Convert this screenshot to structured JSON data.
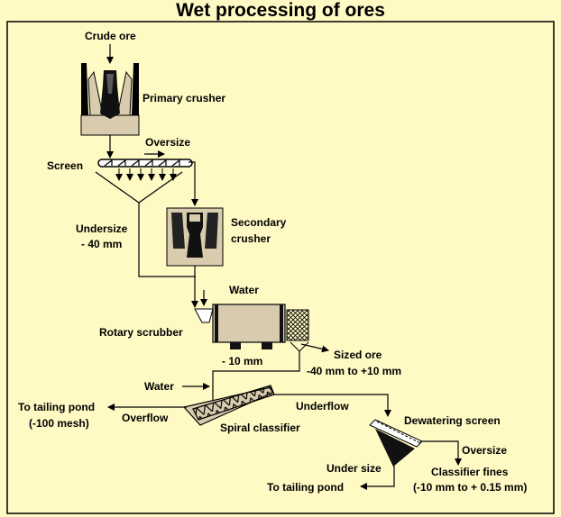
{
  "title": "Wet processing of ores",
  "labels": {
    "crude_ore": "Crude ore",
    "primary_crusher": "Primary crusher",
    "oversize_top": "Oversize",
    "screen": "Screen",
    "undersize_1": "Undersize",
    "undersize_2": "- 40 mm",
    "secondary_1": "Secondary",
    "secondary_2": "crusher",
    "water_top": "Water",
    "rotary_scrubber": "Rotary scrubber",
    "minus_10": "- 10 mm",
    "sized_ore_1": "Sized ore",
    "sized_ore_2": "-40 mm to +10 mm",
    "water_mid": "Water",
    "tailing_left_1": "To tailing pond",
    "tailing_left_2": "(-100 mesh)",
    "overflow": "Overflow",
    "spiral_classifier": "Spiral classifier",
    "underflow": "Underflow",
    "dewatering_screen": "Dewatering screen",
    "oversize_right": "Oversize",
    "under_size": "Under size",
    "classifier_fines_1": "Classifier fines",
    "classifier_fines_2": "(-10 mm to + 0.15 mm)",
    "tailing_bottom": "To tailing pond"
  },
  "colors": {
    "background": "#FFF9C4",
    "equipment_fill": "#D9CBAE",
    "dark": "#1A1A1A"
  }
}
